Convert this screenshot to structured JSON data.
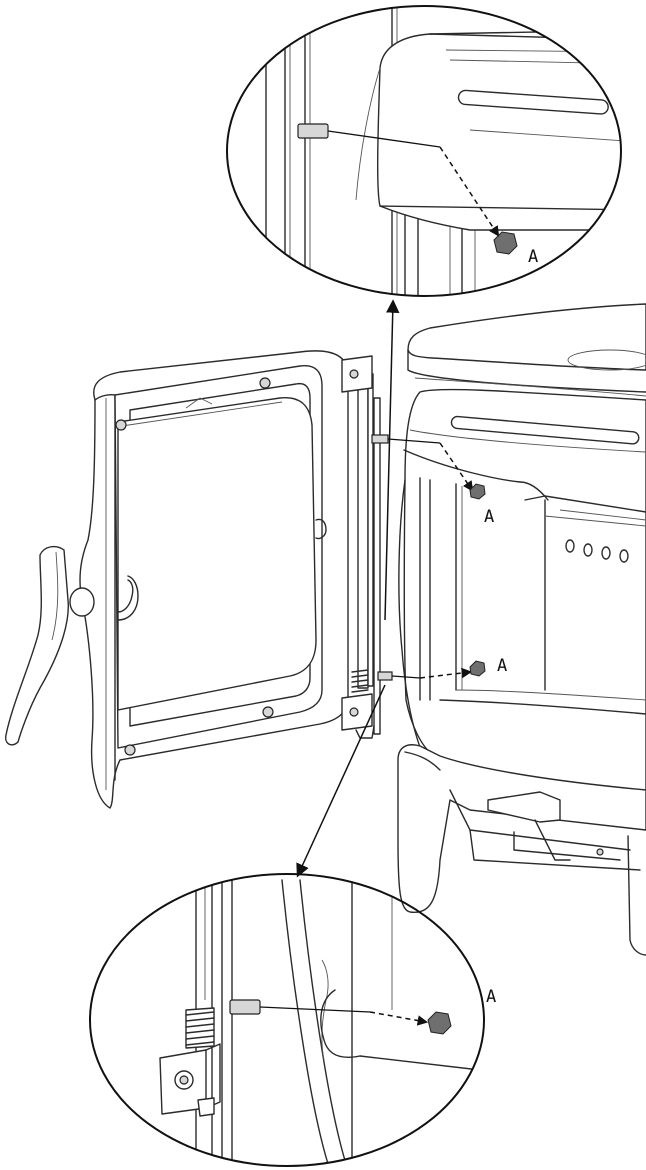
{
  "labels": {
    "top_zoom": "A",
    "upper_hinge": "A",
    "lower_hinge": "A",
    "bottom_zoom": "A"
  }
}
